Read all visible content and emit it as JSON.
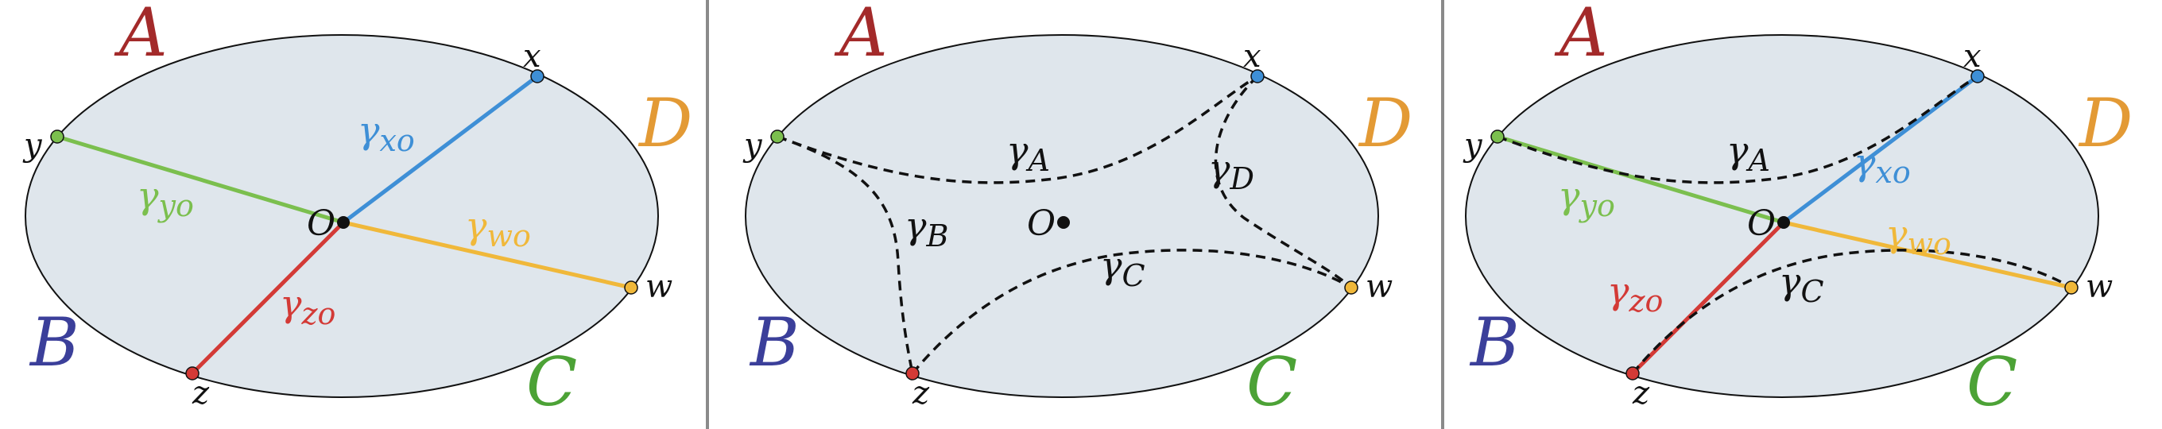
{
  "colors": {
    "disk_fill": "#dfe6ec",
    "disk_stroke": "#111111",
    "divider": "#8a8a8a",
    "region_A": "#a32a2a",
    "region_B": "#3b3f9a",
    "region_C": "#4ca236",
    "region_D": "#e39a35",
    "x": "#3e8fd6",
    "y": "#7bbf4e",
    "z": "#d33a36",
    "w": "#f0b83a",
    "geodesic": "#111111"
  },
  "panels": [
    {
      "regions": {
        "A": "A",
        "B": "B",
        "C": "C",
        "D": "D"
      },
      "points": {
        "x": "x",
        "y": "y",
        "z": "z",
        "w": "w"
      },
      "origin": "O",
      "segments": [
        {
          "id": "yo",
          "label_main": "γ",
          "label_sub": "yo",
          "color_key": "y"
        },
        {
          "id": "xo",
          "label_main": "γ",
          "label_sub": "xo",
          "color_key": "x"
        },
        {
          "id": "wo",
          "label_main": "γ",
          "label_sub": "wo",
          "color_key": "w"
        },
        {
          "id": "zo",
          "label_main": "γ",
          "label_sub": "zo",
          "color_key": "z"
        }
      ],
      "dashed_curves": []
    },
    {
      "regions": {
        "A": "A",
        "B": "B",
        "C": "C",
        "D": "D"
      },
      "points": {
        "x": "x",
        "y": "y",
        "z": "z",
        "w": "w"
      },
      "origin": "O",
      "segments": [],
      "dashed_curves": [
        {
          "id": "A",
          "label_main": "γ",
          "label_sub": "A"
        },
        {
          "id": "B",
          "label_main": "γ",
          "label_sub": "B"
        },
        {
          "id": "C",
          "label_main": "γ",
          "label_sub": "C"
        },
        {
          "id": "D",
          "label_main": "γ",
          "label_sub": "D"
        }
      ]
    },
    {
      "regions": {
        "A": "A",
        "B": "B",
        "C": "C",
        "D": "D"
      },
      "points": {
        "x": "x",
        "y": "y",
        "z": "z",
        "w": "w"
      },
      "origin": "O",
      "segments": [
        {
          "id": "yo",
          "label_main": "γ",
          "label_sub": "yo",
          "color_key": "y"
        },
        {
          "id": "xo",
          "label_main": "γ",
          "label_sub": "xo",
          "color_key": "x"
        },
        {
          "id": "wo",
          "label_main": "γ",
          "label_sub": "wo",
          "color_key": "w"
        },
        {
          "id": "zo",
          "label_main": "γ",
          "label_sub": "zo",
          "color_key": "z"
        }
      ],
      "dashed_curves": [
        {
          "id": "A",
          "label_main": "γ",
          "label_sub": "A"
        },
        {
          "id": "C",
          "label_main": "γ",
          "label_sub": "C"
        }
      ]
    }
  ]
}
